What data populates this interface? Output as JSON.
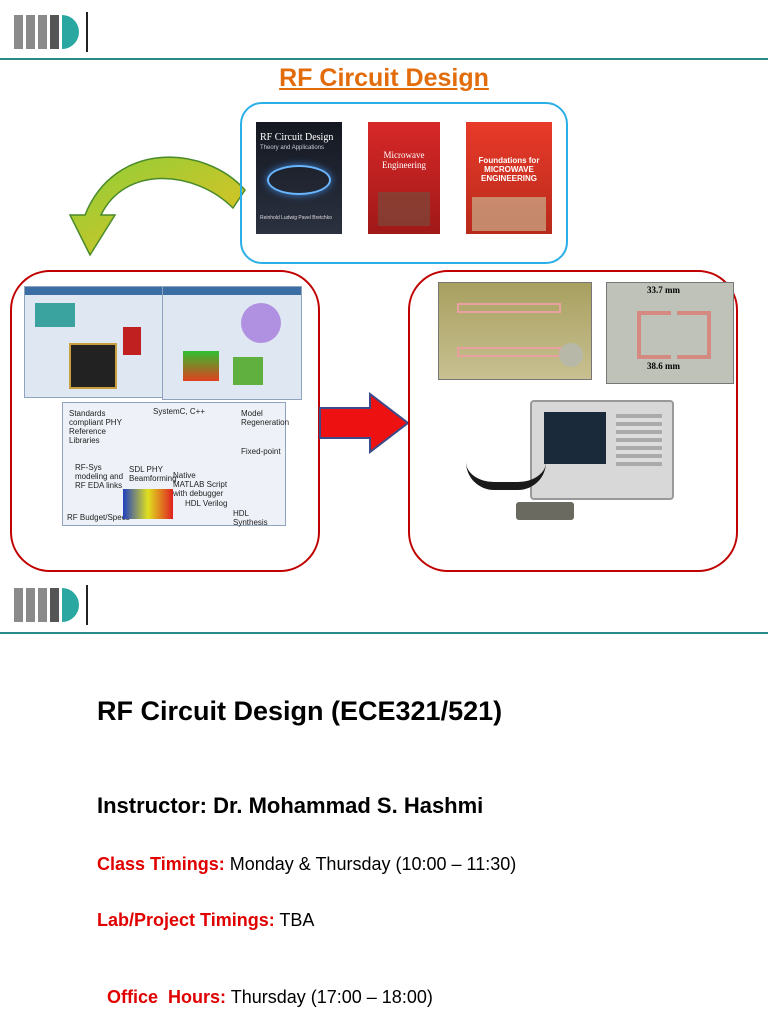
{
  "slide1": {
    "title": "RF Circuit Design",
    "books": [
      {
        "title": "RF Circuit Design",
        "subtitle": "Theory and Applications",
        "authors": "Reinhold Ludwig   Pavel Bretchko"
      },
      {
        "title": "Microwave Engineering"
      },
      {
        "title": "Foundations for MICROWAVE ENGINEERING"
      }
    ],
    "software_labels": [
      "Standards compliant PHY Reference Libraries",
      "SystemC, C++",
      "Model Regeneration",
      "RF Budget/Specs",
      "HDL Verilog",
      "Fixed-point",
      "RF-Sys modeling and RF EDA links",
      "SDL PHY Beamforming",
      "Native MATLAB Script with debugger",
      "HDL Synthesis"
    ],
    "measurements": {
      "width_label": "33.7 mm",
      "height_label": "38.6 mm"
    }
  },
  "slide2": {
    "course_title": "RF Circuit Design (ECE321/521)",
    "instructor": "Instructor: Dr. Mohammad S. Hashmi",
    "class_label": "Class Timings:",
    "class_value": " Monday & Thursday (10:00 – 11:30)",
    "lab_label": "Lab/Project Timings:",
    "lab_value": " TBA",
    "office_label": "Office  Hours:",
    "office_value": " Thursday (17:00 – 18:00)"
  },
  "colors": {
    "accent": "#e36c0a",
    "red": "#c00000",
    "teal": "#2a8a8a",
    "cyan": "#2ab0e6"
  }
}
